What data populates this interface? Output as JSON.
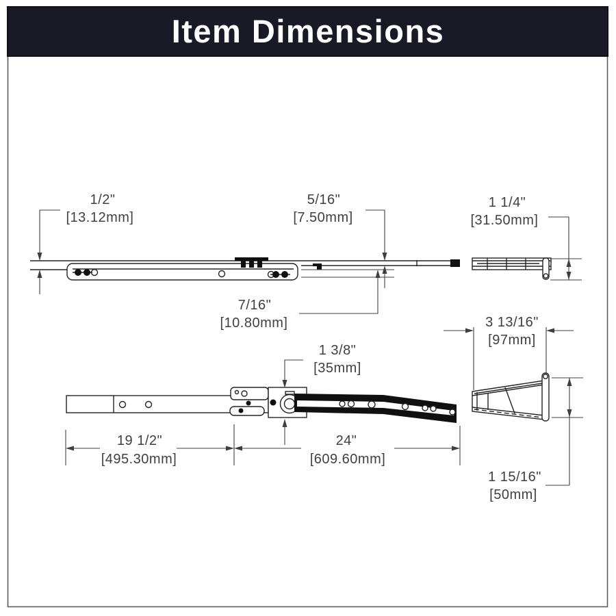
{
  "header": {
    "title": "Item Dimensions",
    "background": "#1a1a26",
    "text_color": "#ffffff"
  },
  "page": {
    "background": "#ffffff",
    "border_color": "#5a5a64",
    "line_color": "#222222",
    "dim_text_color": "#3f3f3f"
  },
  "dims": {
    "closed_height": {
      "inches": "1/2\"",
      "mm": "[13.12mm]"
    },
    "rail_thickness": {
      "inches": "5/16\"",
      "mm": "[7.50mm]"
    },
    "bracket_closed_height": {
      "inches": "1 1/4\"",
      "mm": "[31.50mm]"
    },
    "channel_height": {
      "inches": "7/16\"",
      "mm": "[10.80mm]"
    },
    "bracket_depth": {
      "inches": "3 13/16\"",
      "mm": "[97mm]"
    },
    "extended_height": {
      "inches": "1 3/8\"",
      "mm": "[35mm]"
    },
    "cabinet_member_length": {
      "inches": "19 1/2\"",
      "mm": "[495.30mm]"
    },
    "travel_length": {
      "inches": "24\"",
      "mm": "[609.60mm]"
    },
    "bracket_height": {
      "inches": "1 15/16\"",
      "mm": "[50mm]"
    }
  }
}
